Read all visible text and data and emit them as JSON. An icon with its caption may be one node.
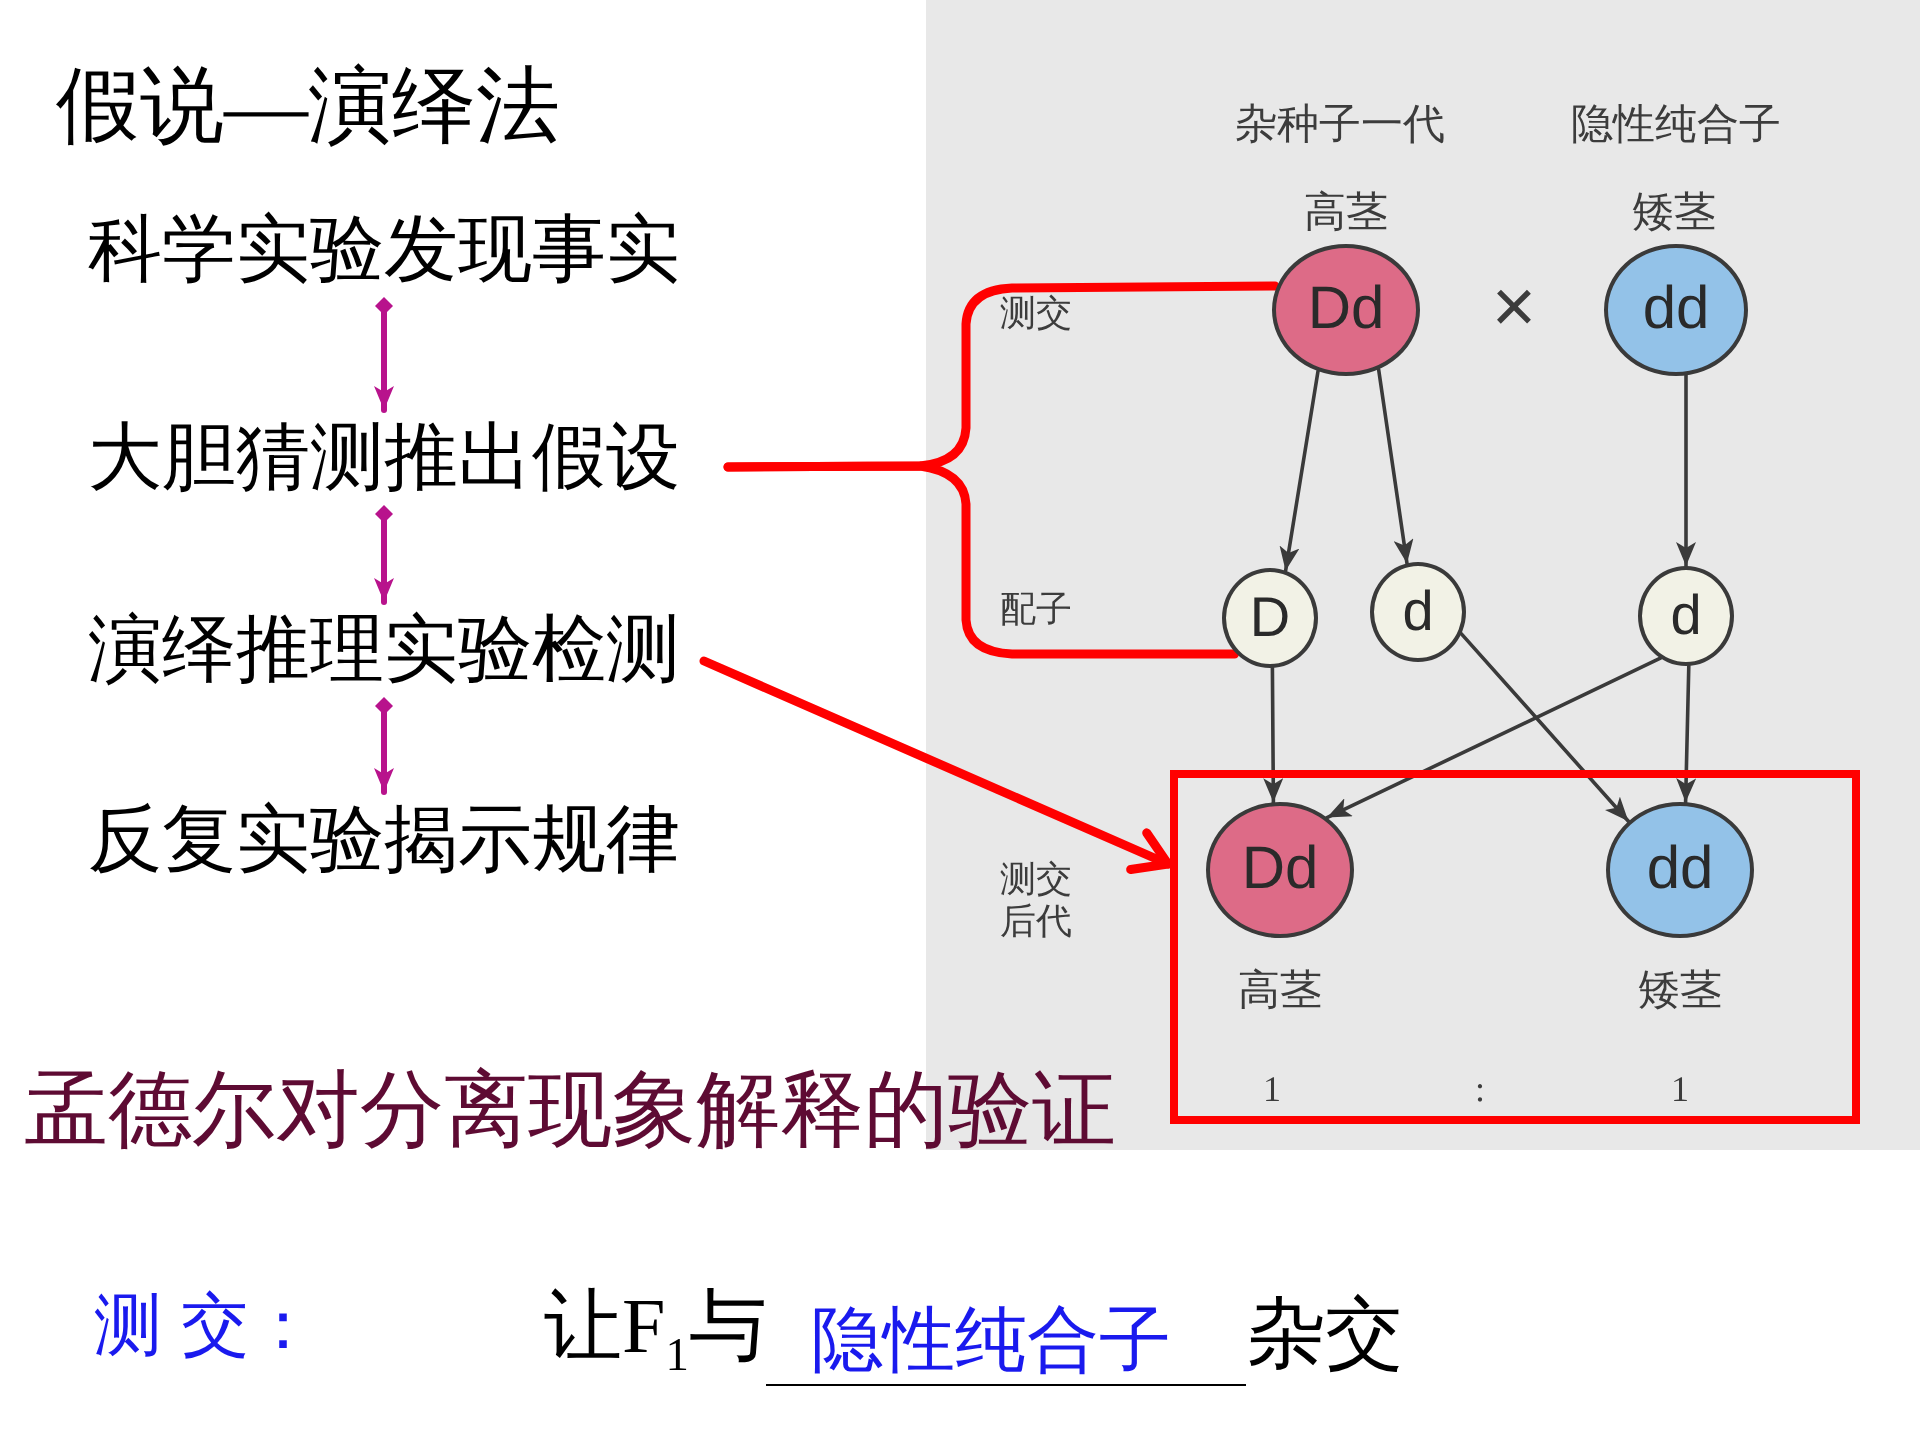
{
  "diagram": {
    "title": "假说—演绎法",
    "nodes": [
      {
        "text": [
          "科学实验发现事实"
        ]
      },
      {
        "text": [
          "大胆猜测推出假设"
        ]
      },
      {
        "text": [
          "演绎推理实验检测"
        ]
      },
      {
        "text": [
          "反复实验揭示规律"
        ]
      },
      {
        "text": [
          "Dd"
        ],
        "beside": [
          "杂种子一代",
          "高茎"
        ]
      },
      {
        "text": [
          "dd"
        ],
        "beside": [
          "隐性纯合子",
          "矮茎"
        ]
      },
      {
        "text": [
          "D"
        ]
      },
      {
        "text": [
          "d"
        ]
      },
      {
        "text": [
          "d"
        ]
      },
      {
        "text": [],
        "shape": "box"
      },
      {
        "text": [
          "Dd"
        ],
        "beside": [
          "高茎"
        ],
        "in": 9
      },
      {
        "text": [
          "dd"
        ],
        "beside": [
          "矮茎"
        ],
        "in": 9
      }
    ],
    "edges": [
      {
        "from": 0,
        "to": 1,
        "arrow": "to",
        "color": "#b8138c"
      },
      {
        "from": 1,
        "to": 2,
        "arrow": "to",
        "color": "#b8138c"
      },
      {
        "from": 2,
        "to": 3,
        "arrow": "to",
        "color": "#b8138c"
      },
      {
        "from": 1,
        "to": 4,
        "arrow": "none",
        "style": "thick",
        "color": "#ff0000"
      },
      {
        "from": 1,
        "to": 6,
        "arrow": "none",
        "style": "thick",
        "color": "#ff0000"
      },
      {
        "from": 2,
        "to": 9,
        "arrow": "to",
        "style": "thick",
        "color": "#ff0000"
      },
      {
        "from": 4,
        "to": 6,
        "arrow": "to"
      },
      {
        "from": 4,
        "to": 7,
        "arrow": "to"
      },
      {
        "from": 5,
        "to": 8,
        "arrow": "to"
      },
      {
        "from": 6,
        "to": 10,
        "arrow": "to"
      },
      {
        "from": 7,
        "to": 11,
        "arrow": "to"
      },
      {
        "from": 8,
        "to": 10,
        "arrow": "to"
      },
      {
        "from": 8,
        "to": 11,
        "arrow": "to"
      }
    ],
    "labels": [
      "测交",
      "×",
      "配子",
      "测交后代",
      "1",
      ":",
      "1",
      "孟德尔对分离现象解释的验证",
      "测 交：",
      "让F$_{1}$与",
      "隐性纯合子",
      "杂交"
    ]
  }
}
